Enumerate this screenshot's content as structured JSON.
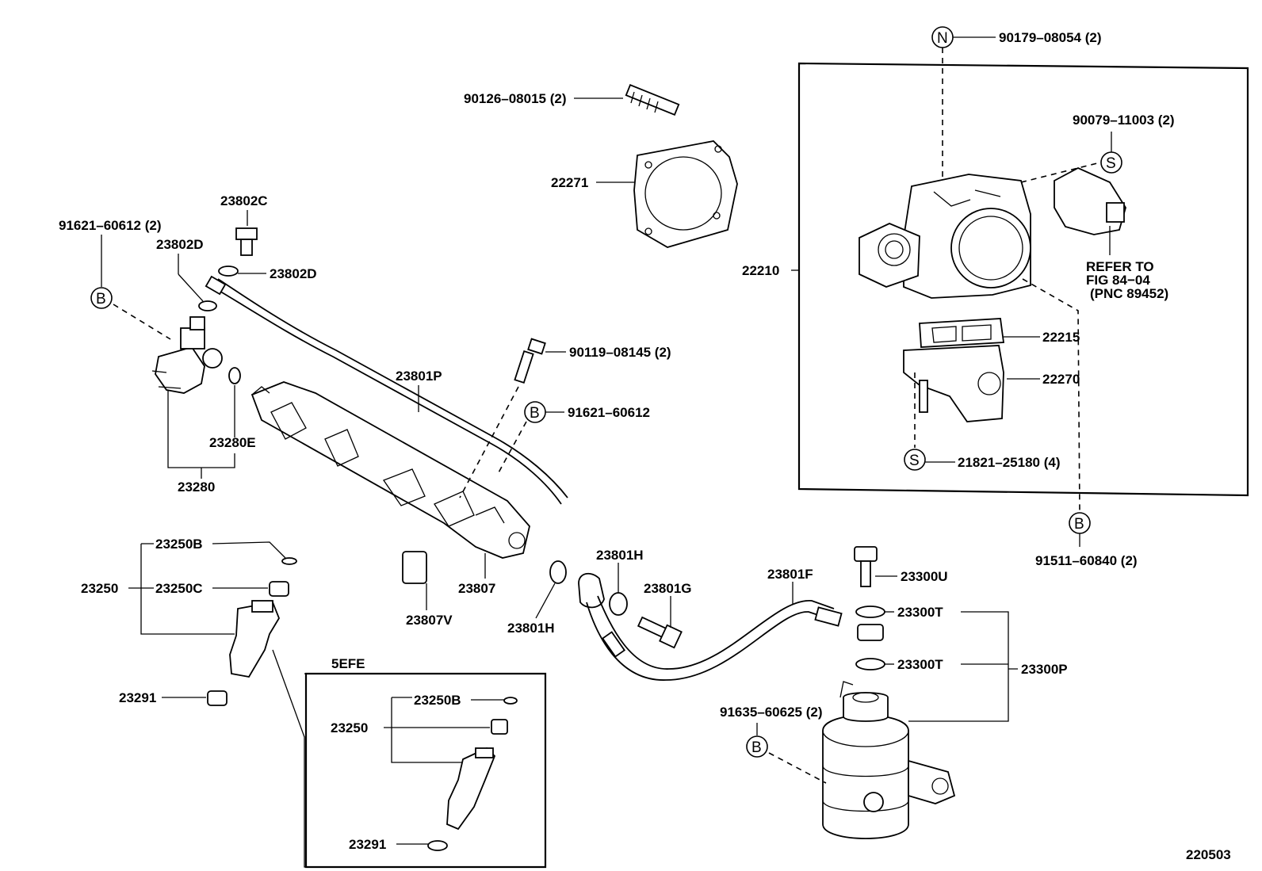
{
  "diagram_id": "220503",
  "labels": {
    "p90179_08054": "90179–08054 (2)",
    "p90126_08015": "90126–08015 (2)",
    "p90079_11003": "90079–11003 (2)",
    "p22271": "22271",
    "p22210": "22210",
    "p22215": "22215",
    "p22270": "22270",
    "p21821_25180": "21821–25180 (4)",
    "p91511_60840": "91511–60840 (2)",
    "p23802C": "23802C",
    "p91621_60612_2": "91621–60612 (2)",
    "p23802D_a": "23802D",
    "p23802D_b": "23802D",
    "p90119_08145": "90119–08145 (2)",
    "p23801P": "23801P",
    "p91621_60612": "91621–60612",
    "p23280E": "23280E",
    "p23280": "23280",
    "p23250B": "23250B",
    "p23250": "23250",
    "p23250C": "23250C",
    "p23291": "23291",
    "p23807": "23807",
    "p23807V": "23807V",
    "p23801H_a": "23801H",
    "p23801H_b": "23801H",
    "p23801G": "23801G",
    "p23801F": "23801F",
    "p23300U": "23300U",
    "p23300T_a": "23300T",
    "p23300T_b": "23300T",
    "p23300P": "23300P",
    "p91635_60625": "91635–60625 (2)",
    "inset_title": "5EFE",
    "inset_23250B": "23250B",
    "inset_23250": "23250",
    "inset_23291": "23291"
  },
  "refer": {
    "line1": "REFER TO",
    "line2": "FIG 84−04",
    "line3": "(PNC 89452)"
  },
  "markers": {
    "N": "N",
    "S": "S",
    "B": "B"
  }
}
